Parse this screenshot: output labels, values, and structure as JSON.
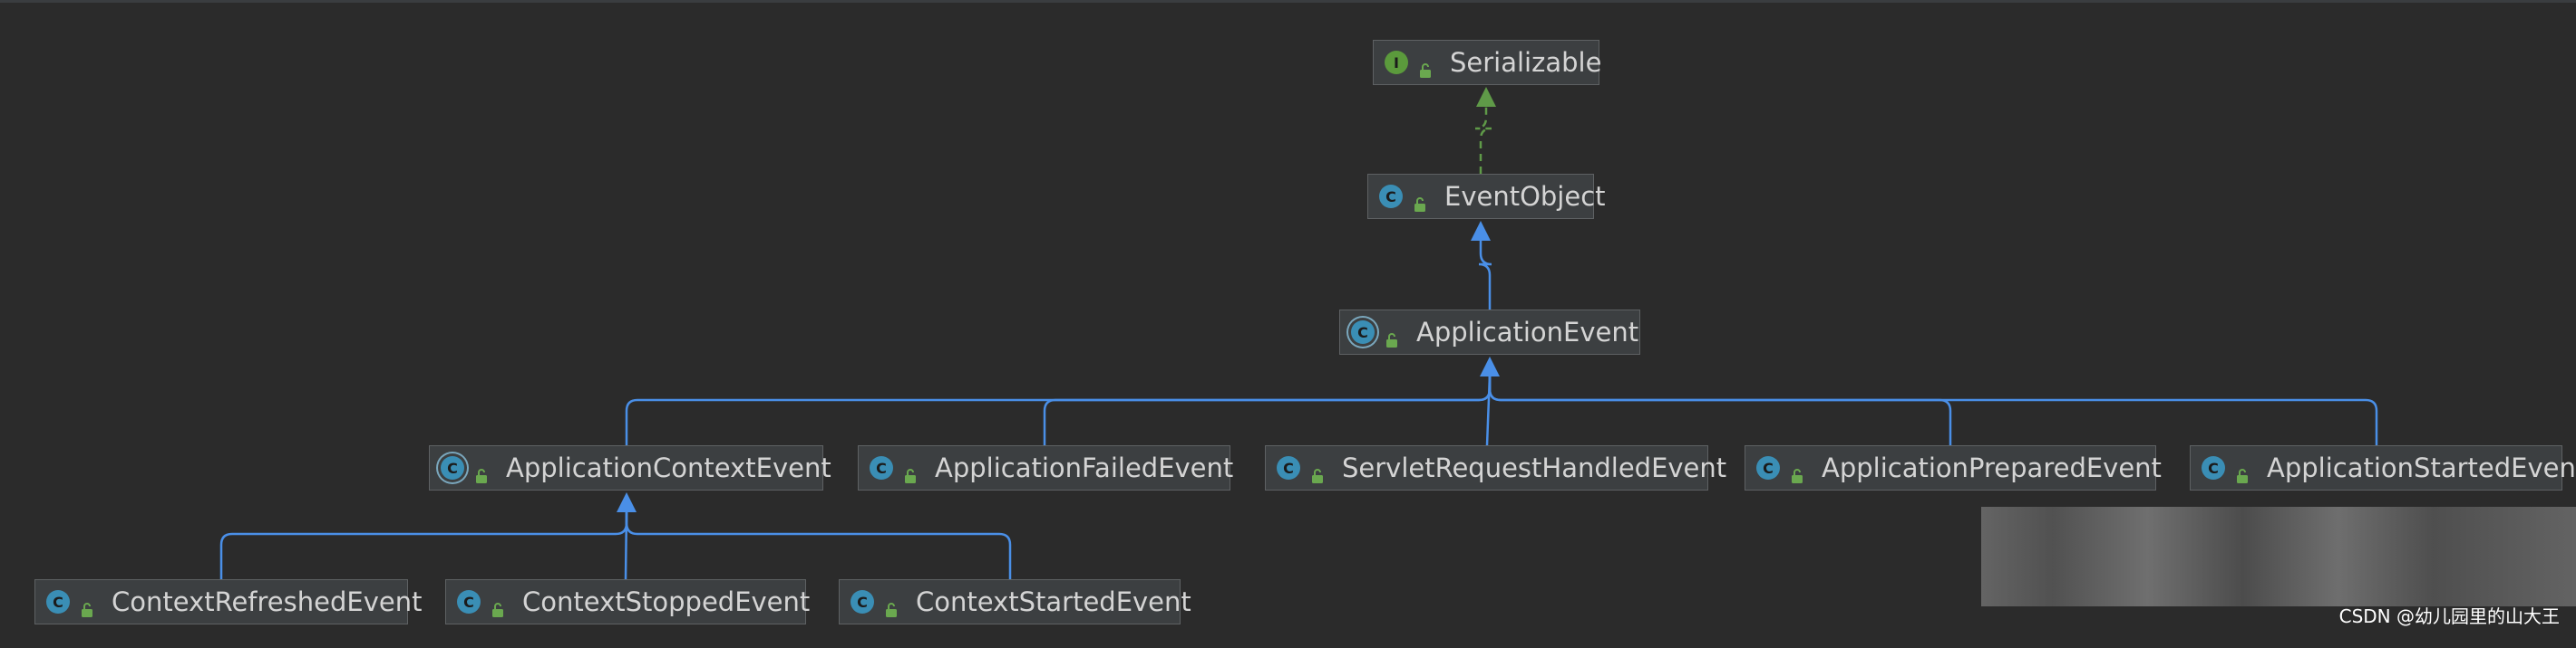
{
  "diagram": {
    "nodes": [
      {
        "id": "serializable",
        "label": "Serializable",
        "kind": "interface",
        "kind_glyph": "I"
      },
      {
        "id": "event-object",
        "label": "EventObject",
        "kind": "class",
        "kind_glyph": "C"
      },
      {
        "id": "application-event",
        "label": "ApplicationEvent",
        "kind": "abstract",
        "kind_glyph": "C"
      },
      {
        "id": "application-context-event",
        "label": "ApplicationContextEvent",
        "kind": "abstract",
        "kind_glyph": "C"
      },
      {
        "id": "application-failed-event",
        "label": "ApplicationFailedEvent",
        "kind": "class",
        "kind_glyph": "C"
      },
      {
        "id": "servlet-request-handled-event",
        "label": "ServletRequestHandledEvent",
        "kind": "class",
        "kind_glyph": "C"
      },
      {
        "id": "application-prepared-event",
        "label": "ApplicationPreparedEvent",
        "kind": "class",
        "kind_glyph": "C"
      },
      {
        "id": "application-started-event",
        "label": "ApplicationStartedEvent",
        "kind": "class",
        "kind_glyph": "C"
      },
      {
        "id": "context-refreshed-event",
        "label": "ContextRefreshedEvent",
        "kind": "class",
        "kind_glyph": "C"
      },
      {
        "id": "context-stopped-event",
        "label": "ContextStoppedEvent",
        "kind": "class",
        "kind_glyph": "C"
      },
      {
        "id": "context-started-event",
        "label": "ContextStartedEvent",
        "kind": "class",
        "kind_glyph": "C"
      }
    ],
    "edges": [
      {
        "from": "event-object",
        "to": "serializable",
        "type": "implements"
      },
      {
        "from": "application-event",
        "to": "event-object",
        "type": "extends"
      },
      {
        "from": "application-context-event",
        "to": "application-event",
        "type": "extends"
      },
      {
        "from": "application-failed-event",
        "to": "application-event",
        "type": "extends"
      },
      {
        "from": "servlet-request-handled-event",
        "to": "application-event",
        "type": "extends"
      },
      {
        "from": "application-prepared-event",
        "to": "application-event",
        "type": "extends"
      },
      {
        "from": "application-started-event",
        "to": "application-event",
        "type": "extends"
      },
      {
        "from": "context-refreshed-event",
        "to": "application-context-event",
        "type": "extends"
      },
      {
        "from": "context-stopped-event",
        "to": "application-context-event",
        "type": "extends"
      },
      {
        "from": "context-started-event",
        "to": "application-context-event",
        "type": "extends"
      }
    ]
  },
  "colors": {
    "background": "#2b2b2b",
    "node_fill": "#3c3f41",
    "extends_edge": "#4a8fe7",
    "implements_edge": "#5f9a48",
    "class_icon": "#3a8eb5",
    "interface_icon": "#5b9a3c",
    "visibility_icon": "#6aa84f"
  },
  "watermark": "CSDN @幼儿园里的山大王"
}
